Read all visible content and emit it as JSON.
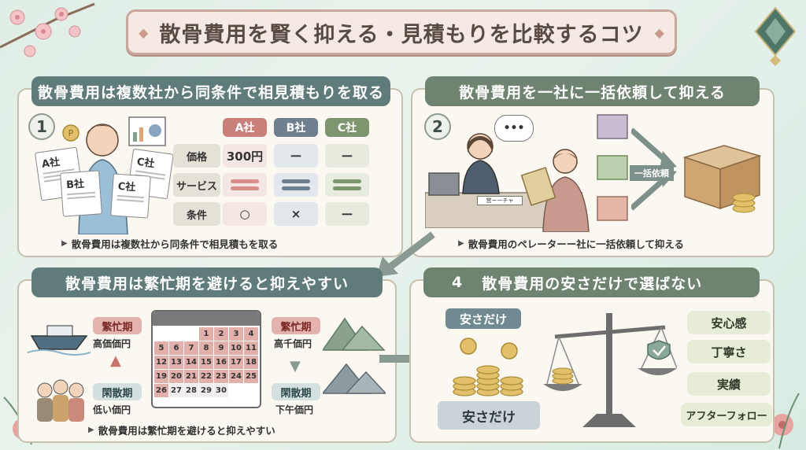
{
  "title": "散骨費用を賢く抑える・見積もりを比較するコツ",
  "colors": {
    "teal": "#5f7b7a",
    "sage": "#6f8470",
    "rose": "#c97f7a",
    "slate": "#6e7f90",
    "green": "#7d9670"
  },
  "section1": {
    "number": "1",
    "heading": "散骨費用は複数社から同条件で相見積もりを取る",
    "docs": [
      "A社",
      "B社",
      "C社",
      "C社"
    ],
    "table": {
      "columns": [
        "A社",
        "B社",
        "C社"
      ],
      "rows": [
        {
          "label": "価格",
          "cells": [
            "300円",
            "ー",
            "ー"
          ]
        },
        {
          "label": "サービス",
          "cells": [
            "",
            "",
            ""
          ]
        },
        {
          "label": "条件",
          "cells": [
            "○",
            "×",
            "ー"
          ]
        }
      ]
    },
    "caption": "散骨費用は複数社から同条件で相見積もを取る"
  },
  "section2": {
    "number": "2",
    "heading": "散骨費用を一社に一括依頼して抑える",
    "speech": "•••",
    "folder_label": "営ーーチャ",
    "arrow_label": "一括依頼",
    "caption": "散骨費用のペレーターー社に一括依頼して抑える"
  },
  "section3": {
    "heading": "散骨費用は繁忙期を避けると抑えやすい",
    "left": {
      "busy": "繁忙期",
      "busy_price": "高価価円",
      "off": "閑散期",
      "off_price": "低い価円"
    },
    "right": {
      "busy": "繁忙期",
      "busy_price": "高千価円",
      "off": "閑散期",
      "off_price": "下午価円"
    },
    "calendar": {
      "days": [
        "",
        "",
        "",
        "1",
        "2",
        "3",
        "4",
        "5",
        "6",
        "7",
        "8",
        "9",
        "10",
        "11",
        "12",
        "13",
        "14",
        "15",
        "16",
        "17",
        "18",
        "19",
        "20",
        "21",
        "22",
        "23",
        "24",
        "25",
        "26",
        "27",
        "28",
        "29",
        "30",
        "",
        ""
      ],
      "highlight": [
        "1",
        "2",
        "3",
        "4",
        "5",
        "6",
        "7",
        "8",
        "9",
        "10",
        "11",
        "12",
        "13",
        "14",
        "15",
        "16",
        "17",
        "18",
        "19",
        "20",
        "21",
        "22",
        "23",
        "24",
        "25",
        "26"
      ]
    },
    "caption": "散骨費用は繁忙期を避けると抑えやすい"
  },
  "section4": {
    "number": "4",
    "heading": "散骨費用の安さだけで選ばない",
    "label_top": "安さだけ",
    "label_bottom": "安さだけ",
    "qualities": [
      "安心感",
      "丁寧さ",
      "実績",
      "アフターフォロー"
    ]
  }
}
